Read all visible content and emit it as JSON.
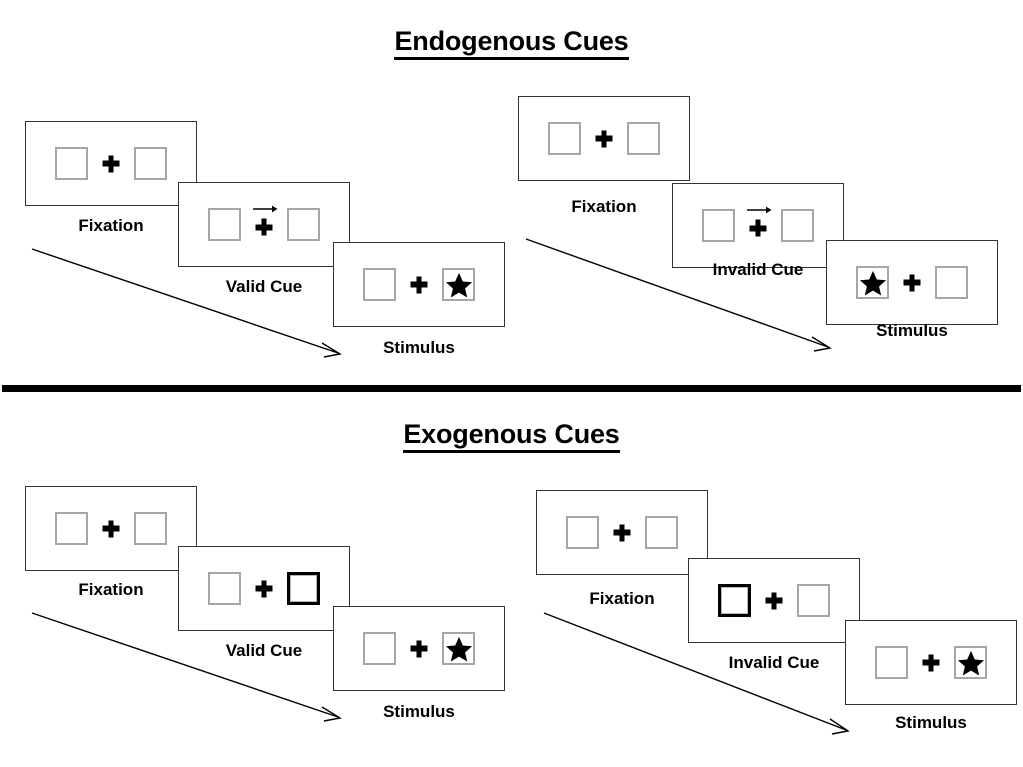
{
  "figure": {
    "divider_color": "#000000",
    "box_border_color": "#a6a6a6",
    "cue_box_color": "#000000",
    "panel_border_color": "#333333",
    "stimulus_color": "#000000"
  },
  "sections": [
    {
      "id": "endogenous",
      "title": "Endogenous Cues",
      "sequences": [
        {
          "id": "endogenous-valid",
          "frames": [
            {
              "label": "Fixation",
              "left_box": "empty",
              "right_box": "empty",
              "arrow": false
            },
            {
              "label": "Valid Cue",
              "left_box": "empty",
              "right_box": "empty",
              "arrow": true
            },
            {
              "label": "Stimulus",
              "left_box": "empty",
              "right_box": "star",
              "arrow": false
            }
          ]
        },
        {
          "id": "endogenous-invalid",
          "frames": [
            {
              "label": "Fixation",
              "left_box": "empty",
              "right_box": "empty",
              "arrow": false
            },
            {
              "label": "Invalid Cue",
              "left_box": "empty",
              "right_box": "empty",
              "arrow": true
            },
            {
              "label": "Stimulus",
              "left_box": "star",
              "right_box": "empty",
              "arrow": false
            }
          ]
        }
      ]
    },
    {
      "id": "exogenous",
      "title": "Exogenous Cues",
      "sequences": [
        {
          "id": "exogenous-valid",
          "frames": [
            {
              "label": "Fixation",
              "left_box": "empty",
              "right_box": "empty",
              "arrow": false
            },
            {
              "label": "Valid Cue",
              "left_box": "empty",
              "right_box": "cued",
              "arrow": false
            },
            {
              "label": "Stimulus",
              "left_box": "empty",
              "right_box": "star",
              "arrow": false
            }
          ]
        },
        {
          "id": "exogenous-invalid",
          "frames": [
            {
              "label": "Fixation",
              "left_box": "empty",
              "right_box": "empty",
              "arrow": false
            },
            {
              "label": "Invalid Cue",
              "left_box": "cued",
              "right_box": "empty",
              "arrow": false
            },
            {
              "label": "Stimulus",
              "left_box": "empty",
              "right_box": "star",
              "arrow": false
            }
          ]
        }
      ]
    }
  ],
  "titles": {
    "endogenous": "Endogenous Cues",
    "exogenous": "Exogenous Cues"
  },
  "labels": {
    "endo_valid_f1": "Fixation",
    "endo_valid_f2": "Valid Cue",
    "endo_valid_f3": "Stimulus",
    "endo_invalid_f1": "Fixation",
    "endo_invalid_f2": "Invalid Cue",
    "endo_invalid_f3": "Stimulus",
    "exo_valid_f1": "Fixation",
    "exo_valid_f2": "Valid Cue",
    "exo_valid_f3": "Stimulus",
    "exo_invalid_f1": "Fixation",
    "exo_invalid_f2": "Invalid Cue",
    "exo_invalid_f3": "Stimulus"
  }
}
